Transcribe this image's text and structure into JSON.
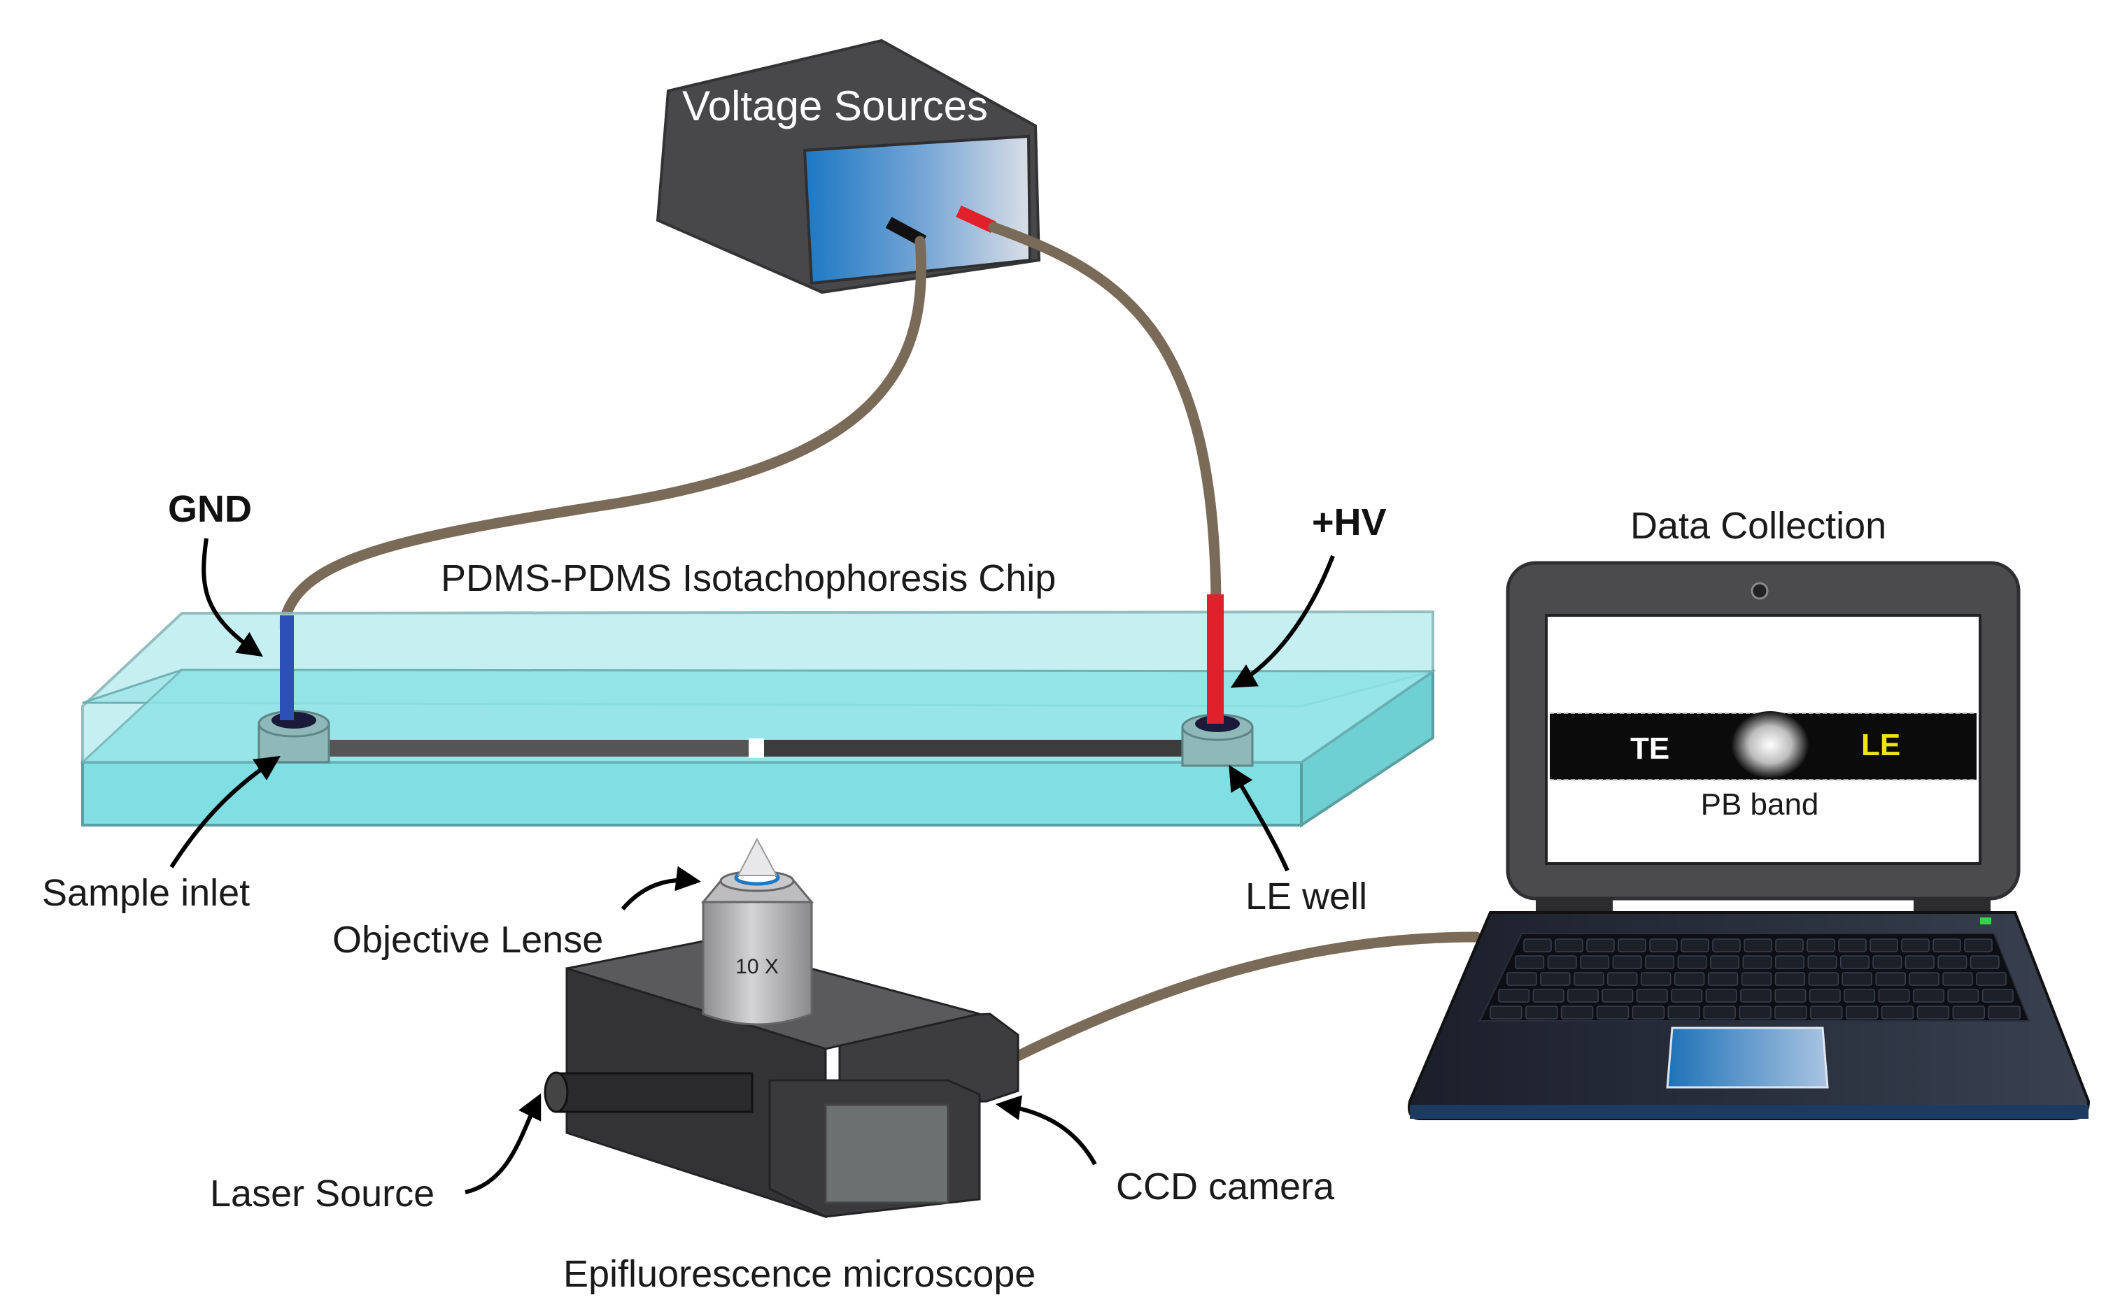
{
  "labels": {
    "voltage_sources": "Voltage Sources",
    "gnd": "GND",
    "hv": "+HV",
    "chip": "PDMS-PDMS Isotachophoresis Chip",
    "sample_inlet": "Sample inlet",
    "le_well": "LE well",
    "objective_lense": "Objective Lense",
    "objective_mag": "10 X",
    "laser_source": "Laser Source",
    "ccd_camera": "CCD camera",
    "microscope": "Epifluorescence microscope",
    "data_collection": "Data Collection",
    "screen_te": "TE",
    "screen_le": "LE",
    "screen_band": "PB band"
  },
  "colors": {
    "chip_fill": "#7fdfe2",
    "chip_top": "#b5ecef",
    "cable": "#7a6a58",
    "gnd_electrode": "#2d4fb8",
    "hv_electrode": "#e0202a",
    "device_dark": "#4a4a4d",
    "screen_blue": "#1b78c4",
    "le_text": "#f2e21a"
  }
}
